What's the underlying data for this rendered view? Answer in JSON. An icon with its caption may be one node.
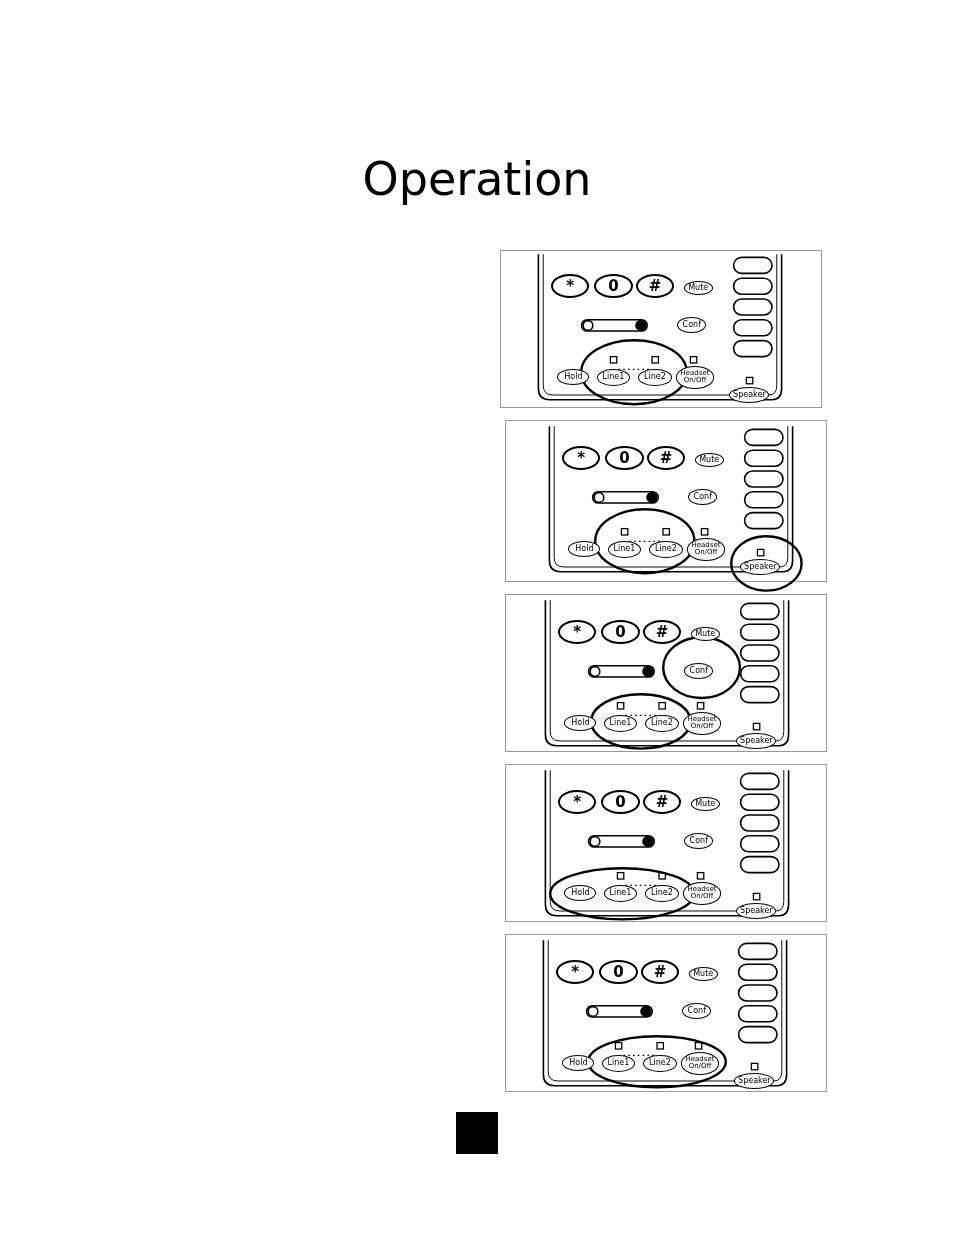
{
  "diagram": {
    "title": "Operation",
    "labels": [
      "*",
      "0",
      "#",
      "Mute",
      "Conf",
      "Hold",
      "Line1",
      "Line2",
      "Headset On/Off",
      "Speaker",
      "*",
      "0",
      "#",
      "Mute",
      "Conf",
      "Hold",
      "Line1",
      "Line2",
      "Headset On/Off",
      "Speaker",
      "*",
      "0",
      "#",
      "Mute",
      "Conf",
      "Hold",
      "Line1",
      "Line2",
      "Headset On/Off",
      "Speaker",
      "*",
      "0",
      "#",
      "Mute",
      "Conf",
      "Hold",
      "Line1",
      "Line2",
      "Headset On/Off",
      "Speaker",
      "*",
      "0",
      "#",
      "Mute",
      "Conf",
      "Hold",
      "Line1",
      "Line2",
      "Headset On/Off",
      "Speaker"
    ]
  }
}
